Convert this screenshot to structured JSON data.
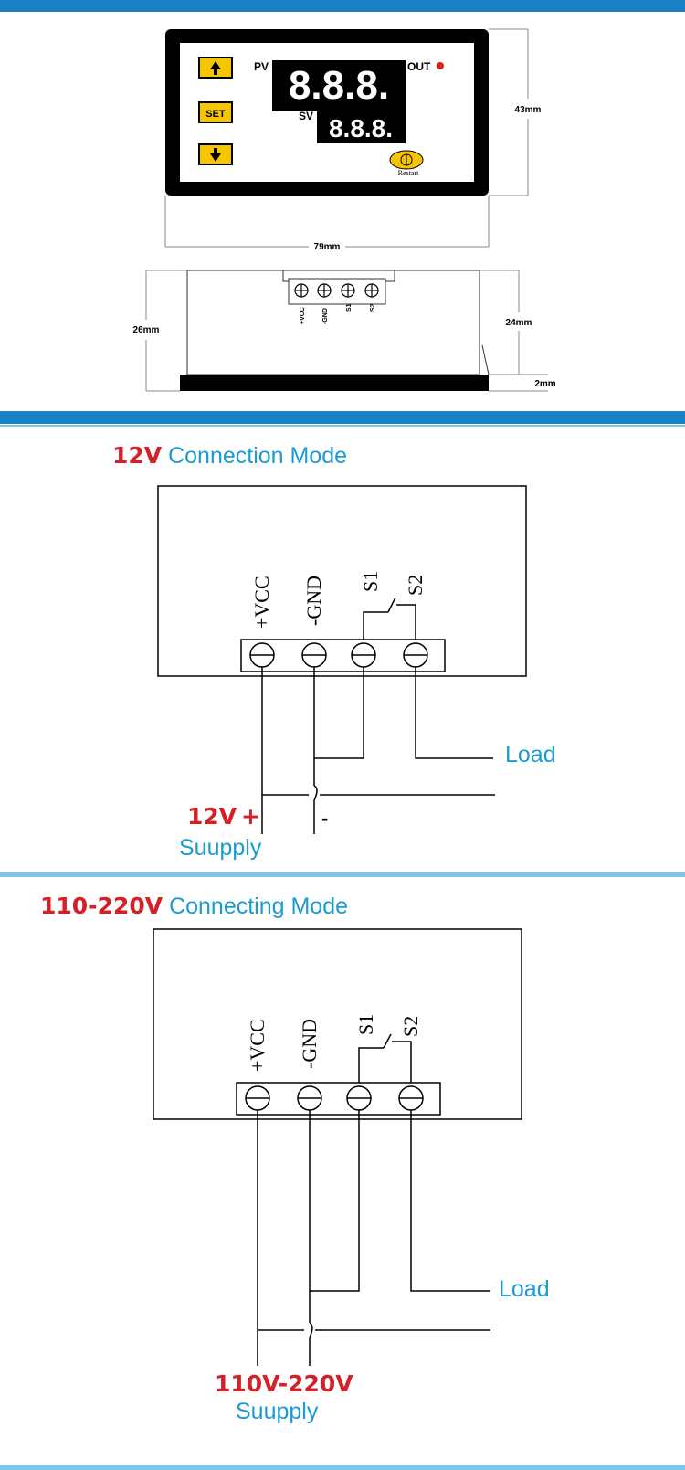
{
  "dimensions": {
    "pv_label": "PV",
    "sv_label": "SV",
    "out_label": "OUT",
    "pv_display": "8.8.8.",
    "sv_display": "8.8.8.",
    "set_button": "SET",
    "restart_label": "Restart",
    "height_front": "43mm",
    "width_front": "79mm",
    "depth_total": "26mm",
    "depth_body": "24mm",
    "bezel": "2mm",
    "terminals": [
      "+VCC",
      "-GND",
      "S1",
      "S2"
    ]
  },
  "mode_12v": {
    "title_voltage": "12V",
    "title_text": "Connection Mode",
    "terminals": [
      "+VCC",
      "-GND",
      "S1",
      "S2"
    ],
    "load_label": "Load",
    "supply_voltage": "12V",
    "plus_sign": "+",
    "minus_sign": "-",
    "supply_label": "Suupply"
  },
  "mode_220v": {
    "title_voltage": "110-220V",
    "title_text": "Connecting Mode",
    "terminals": [
      "+VCC",
      "-GND",
      "S1",
      "S2"
    ],
    "load_label": "Load",
    "supply_voltage": "110V-220V",
    "supply_label": "Suupply"
  },
  "colors": {
    "band_blue": "#1b7fc4",
    "accent_blue": "#1b9bd1",
    "accent_red": "#d42127",
    "button_yellow": "#f7c500",
    "indicator_red": "#e02020"
  }
}
